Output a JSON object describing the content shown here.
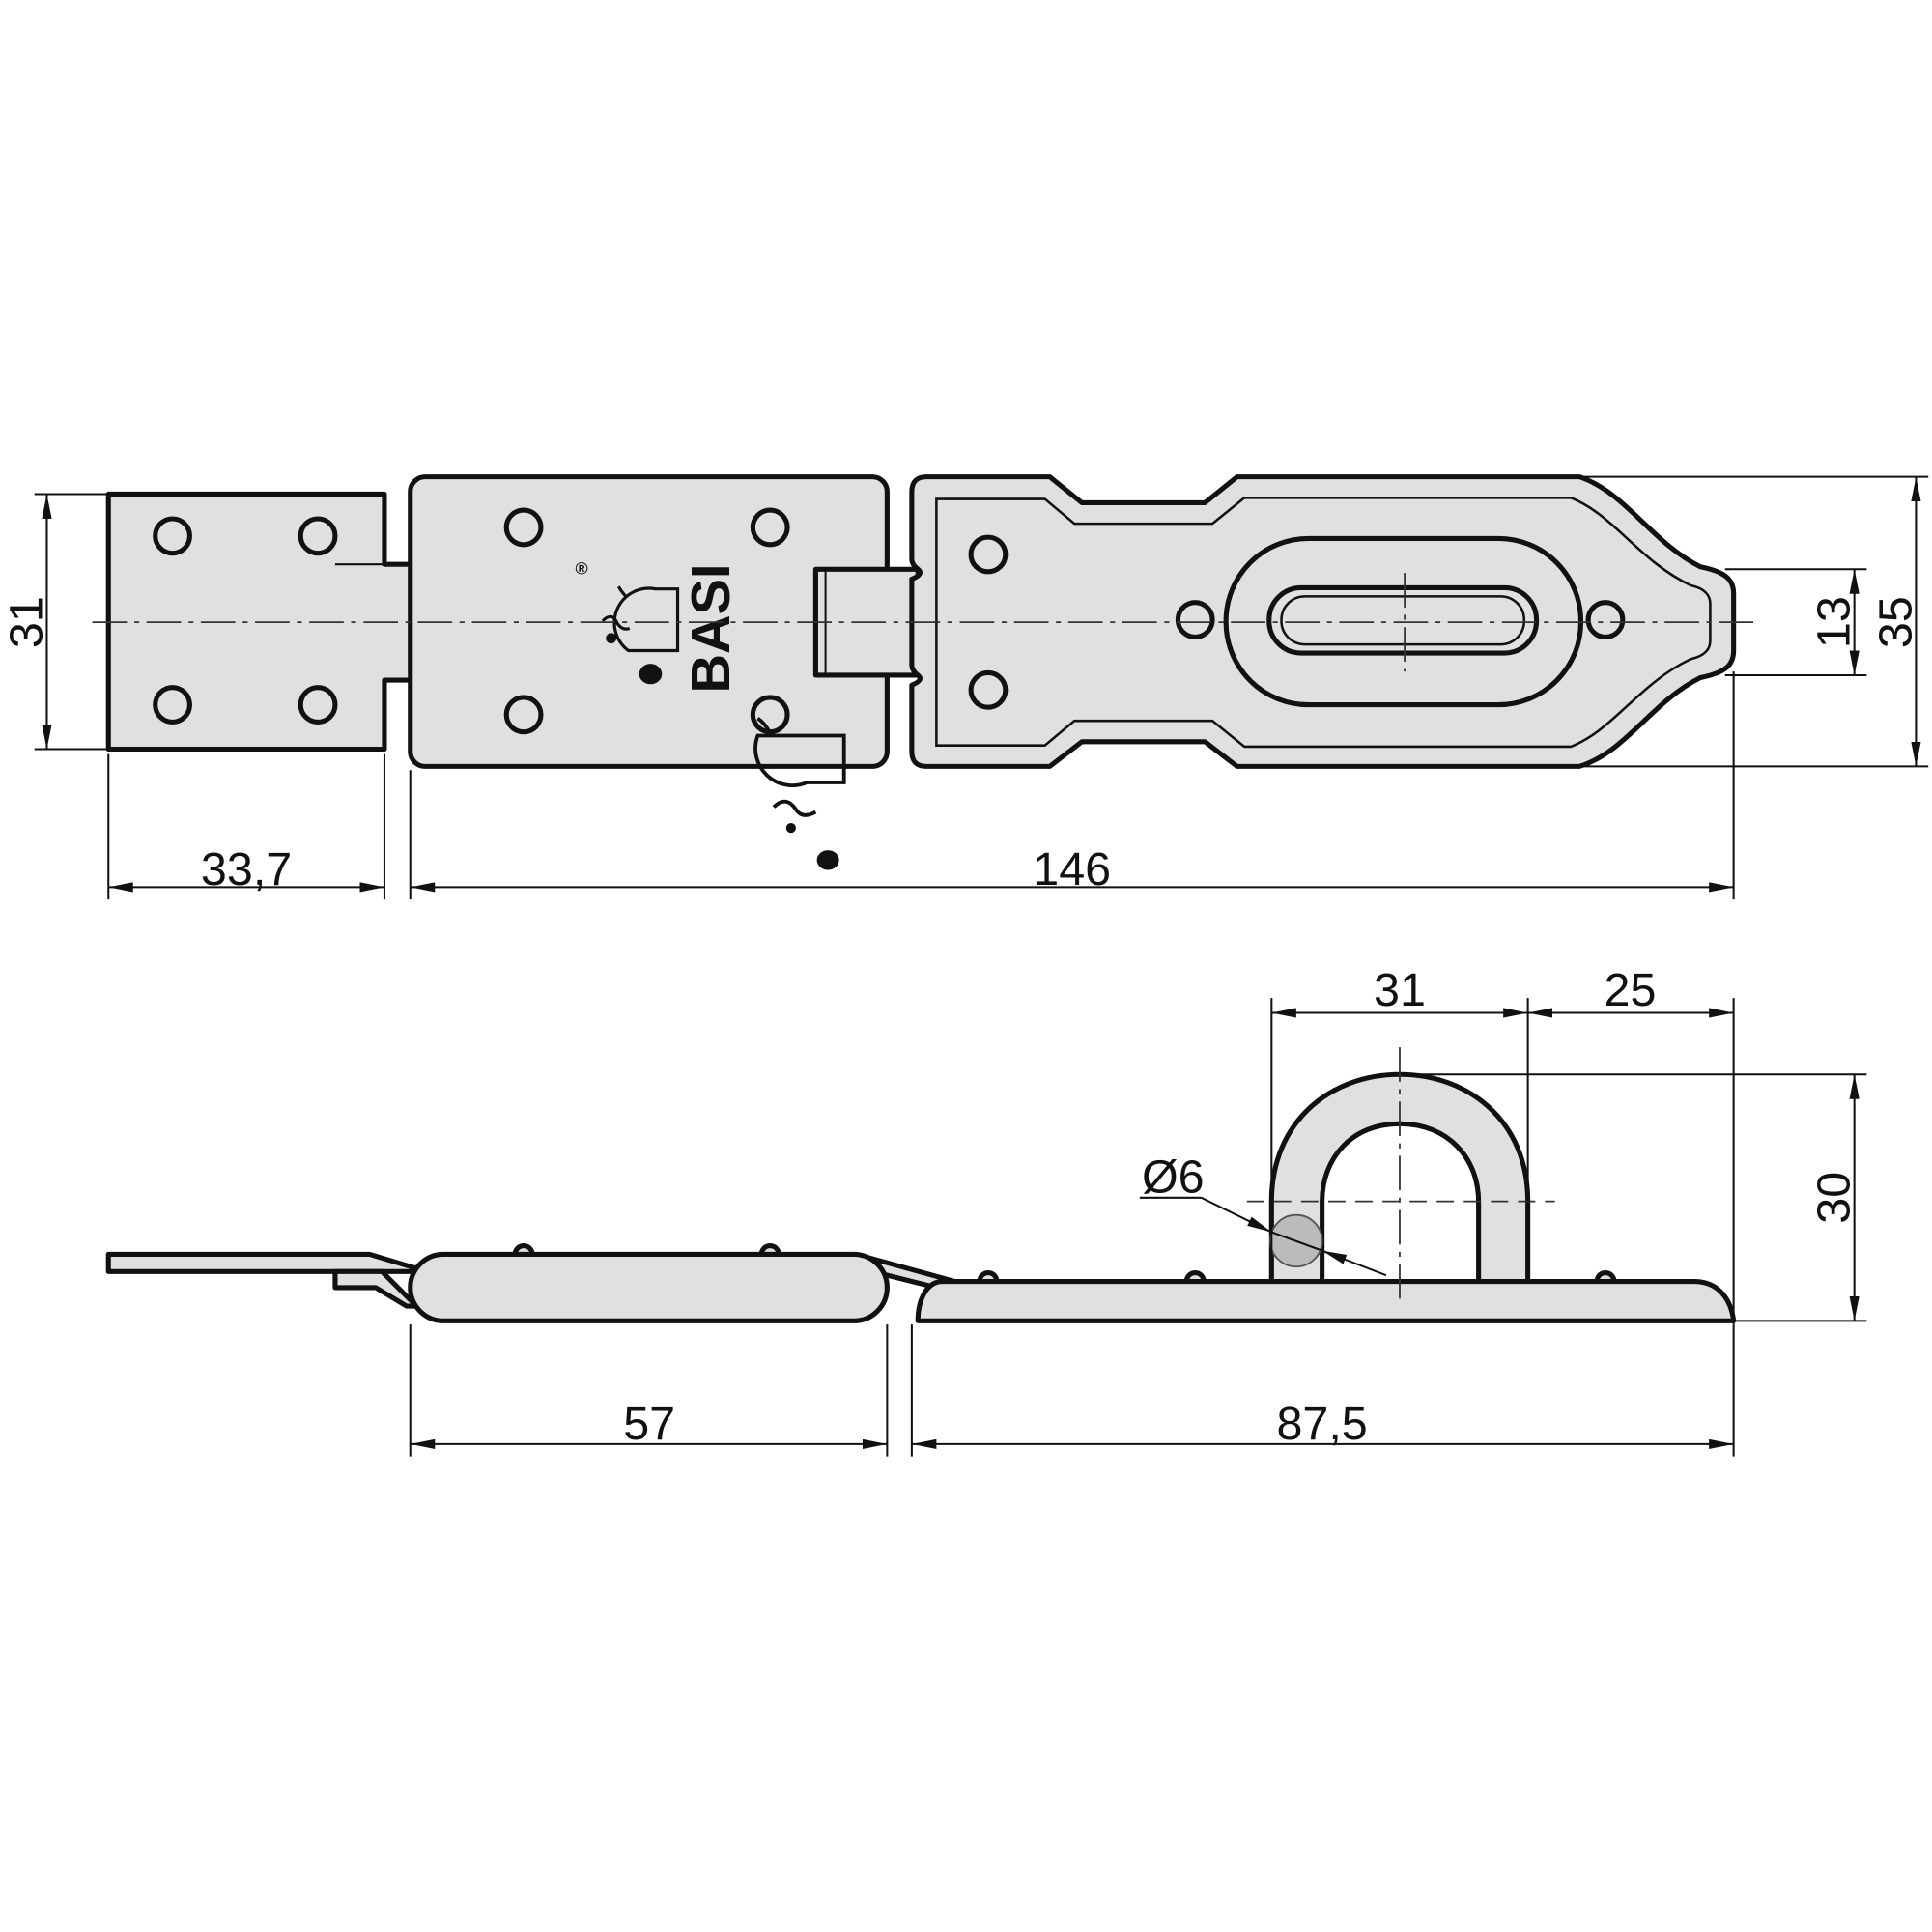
{
  "drawing": {
    "brand_text": "BASI",
    "registered_mark": "®",
    "colors": {
      "part_fill": "#e0e0e0",
      "line": "#111111",
      "section_fill": "#bbbbbb"
    },
    "top_view": {
      "dims": {
        "hasp_height_left": "31",
        "slot_width": "13",
        "hasp_height_right": "35",
        "staple_plate_length": "33,7",
        "hasp_length": "146"
      }
    },
    "side_view": {
      "dims": {
        "staple_pos": "31",
        "staple_to_end": "25",
        "staple_height": "30",
        "wire_diameter": "Ø6",
        "hinge_leaf_length": "57",
        "hasp_leaf_length": "87,5"
      }
    }
  }
}
